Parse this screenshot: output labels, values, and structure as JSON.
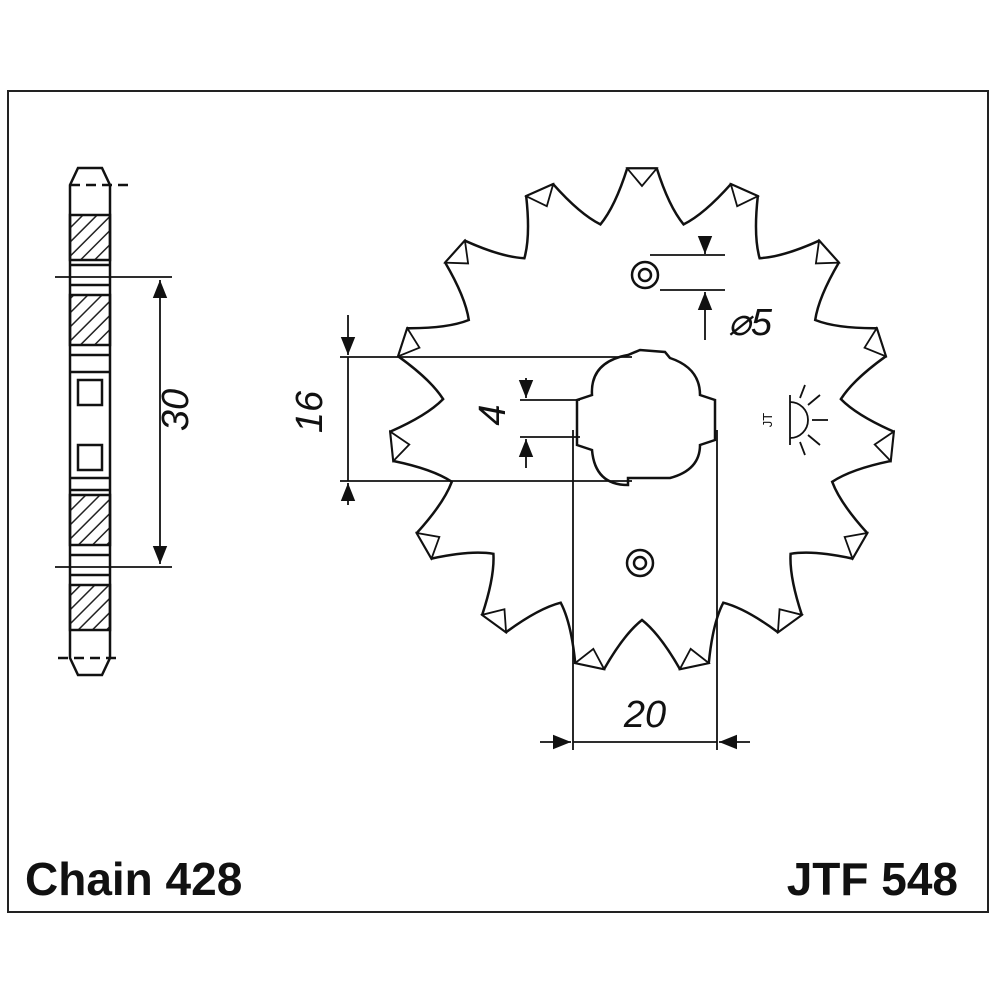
{
  "part": {
    "chain_label": "Chain 428",
    "part_number": "JTF 548"
  },
  "dimensions": {
    "side_width": "30",
    "spline_diameter": "16",
    "key_width": "4",
    "hole_diameter": "⌀5",
    "hole_spacing": "20"
  },
  "marks": {
    "stamp": "JT"
  },
  "sprocket": {
    "teeth": 15
  }
}
